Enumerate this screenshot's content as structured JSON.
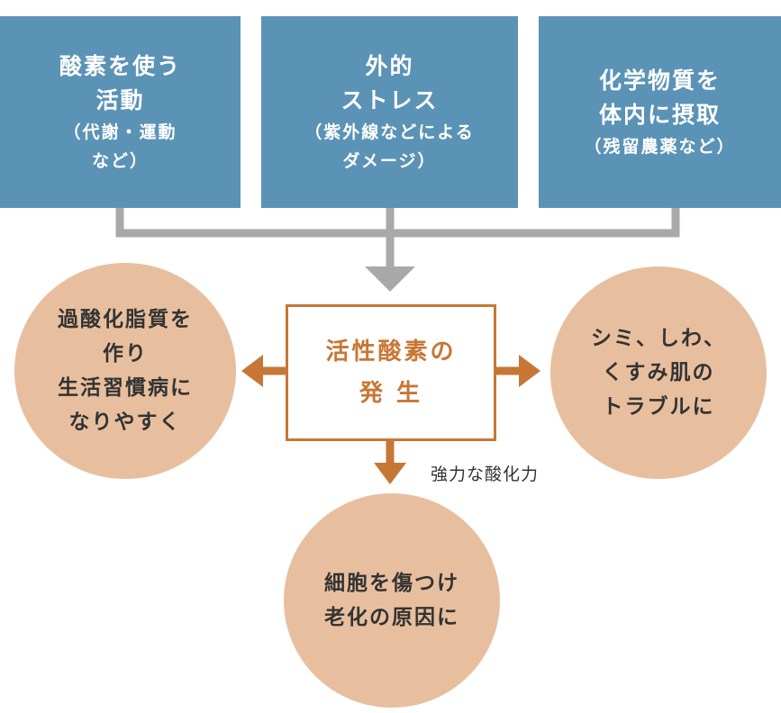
{
  "sources": [
    {
      "main": [
        "酸素を使う",
        "活動"
      ],
      "sub": [
        "（代謝・運動",
        "など）"
      ]
    },
    {
      "main": [
        "外的",
        "ストレス"
      ],
      "sub": [
        "（紫外線などによる",
        "ダメージ）"
      ]
    },
    {
      "main": [
        "化学物質を",
        "体内に摂取"
      ],
      "sub": [
        "（残留農薬など）"
      ]
    }
  ],
  "center": {
    "lines": [
      "活性酸素の",
      "発 生"
    ]
  },
  "effects": {
    "left": [
      "過酸化脂質を",
      "作り",
      "生活習慣病に",
      "なりやすく"
    ],
    "right": [
      "シミ、しわ、",
      "くすみ肌の",
      "トラブルに"
    ],
    "bottom": [
      "細胞を傷つけ",
      "老化の原因に"
    ]
  },
  "arrow_note": "強力な酸化力",
  "colors": {
    "source_box": "#5b93b6",
    "connector_gray": "#a9a9a9",
    "accent_orange": "#c77735",
    "circle_fill": "#e8bf9e"
  }
}
